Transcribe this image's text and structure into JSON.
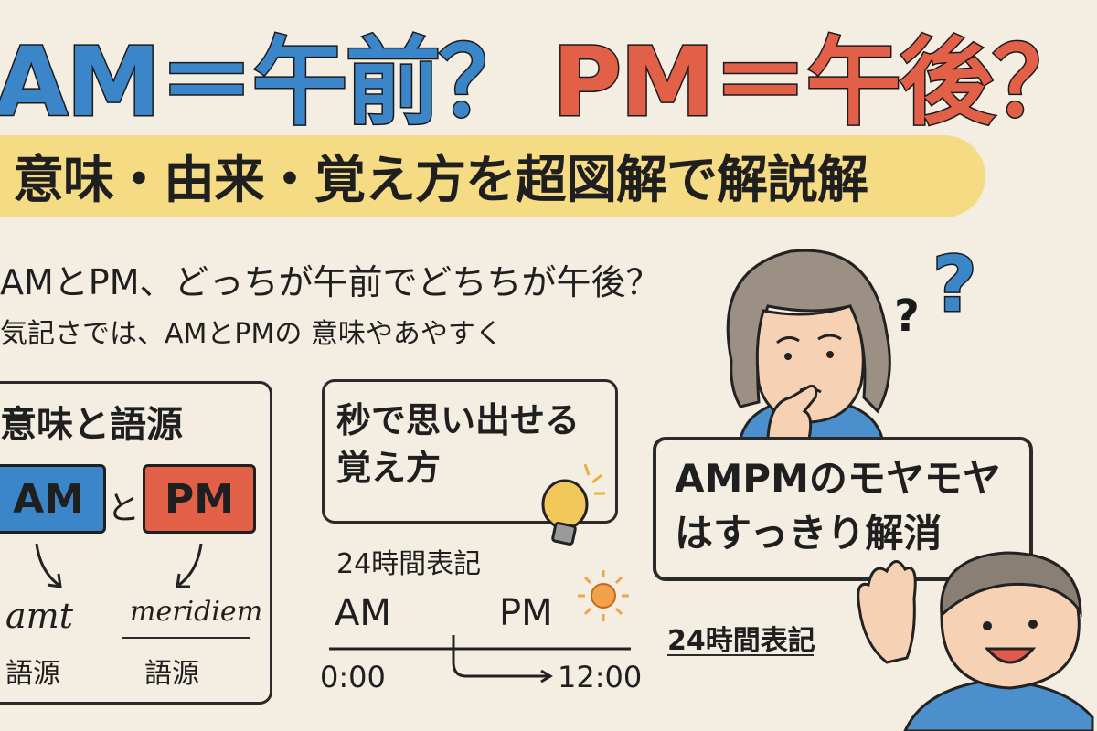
{
  "title": {
    "am_part": "AM＝午前？",
    "pm_part": "PM＝午後？"
  },
  "subtitle": "意味・由来・覚え方を超図解で解説解",
  "intro": {
    "line1": "AMとPM、どっちが午前でどちちが午後？",
    "line2": "気記さでは、AMとPMの 意味やあやすく"
  },
  "etymology": {
    "title": "意味と語源",
    "am_label": "AM",
    "pm_label": "PM",
    "and_text": "と",
    "word1": "amt",
    "word2": "meridiem",
    "caption1": "語源",
    "caption2": "語源"
  },
  "memory": {
    "title": "秒で思い出せる覚え方"
  },
  "timeline": {
    "title": "24時間表記",
    "am": "AM",
    "pm": "PM",
    "start": "0:00",
    "end": "12:00"
  },
  "bubble": {
    "text": "AMPMのモヤモヤはすっきり解消"
  },
  "caption_bottom": "24時間表記",
  "question_marks": [
    "?",
    "?"
  ],
  "colors": {
    "am_blue": "#3b86c9",
    "pm_red": "#e26048",
    "banner_yellow": "#f5dc84",
    "background": "#f3ede2"
  },
  "icons": [
    "lightbulb-icon",
    "sun-icon",
    "thinking-woman-illustration",
    "waving-boy-illustration"
  ]
}
